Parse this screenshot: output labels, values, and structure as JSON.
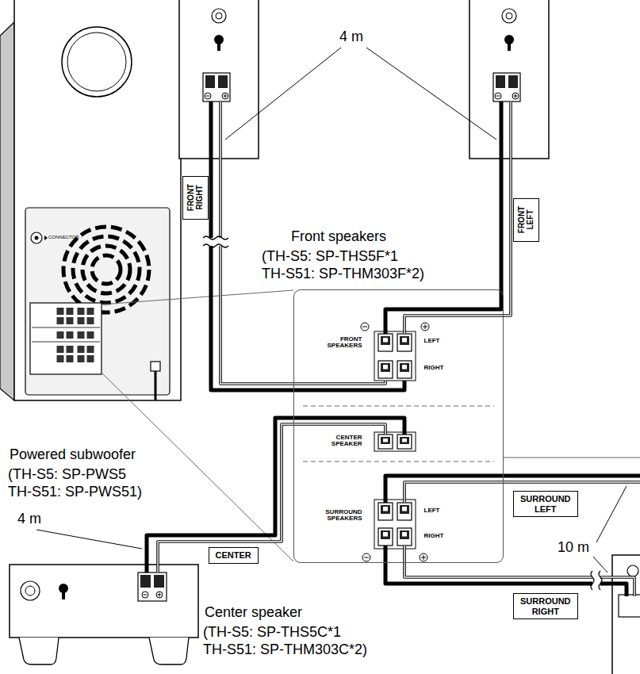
{
  "diagram": {
    "nodes": [
      {
        "text": [
          "FRONT RIGHT"
        ]
      },
      {
        "text": [
          "FRONT LEFT"
        ]
      },
      {
        "text": [
          "FRONT SPEAKERS",
          "LEFT",
          "RIGHT",
          "CENTER SPEAKER",
          "SURROUND SPEAKERS",
          "LEFT",
          "RIGHT"
        ]
      },
      {
        "text": [
          "CENTER"
        ]
      },
      {
        "text": [
          "SURROUND LEFT"
        ]
      },
      {
        "text": [
          "SURROUND RIGHT"
        ]
      }
    ],
    "labels": [
      "4 m",
      "Front speakers",
      "(TH-S5: SP-THS5F*1 TH-S51: SP-THM303F*2)",
      "CONNECTOR",
      "Powered subwoofer",
      "(TH-S5: SP-PWS5 TH-S51: SP-PWS51)",
      "4 m",
      "Center speaker",
      "(TH-S5: SP-THS5C*1 TH-S51: SP-THM303C*2)",
      "10 m"
    ]
  }
}
